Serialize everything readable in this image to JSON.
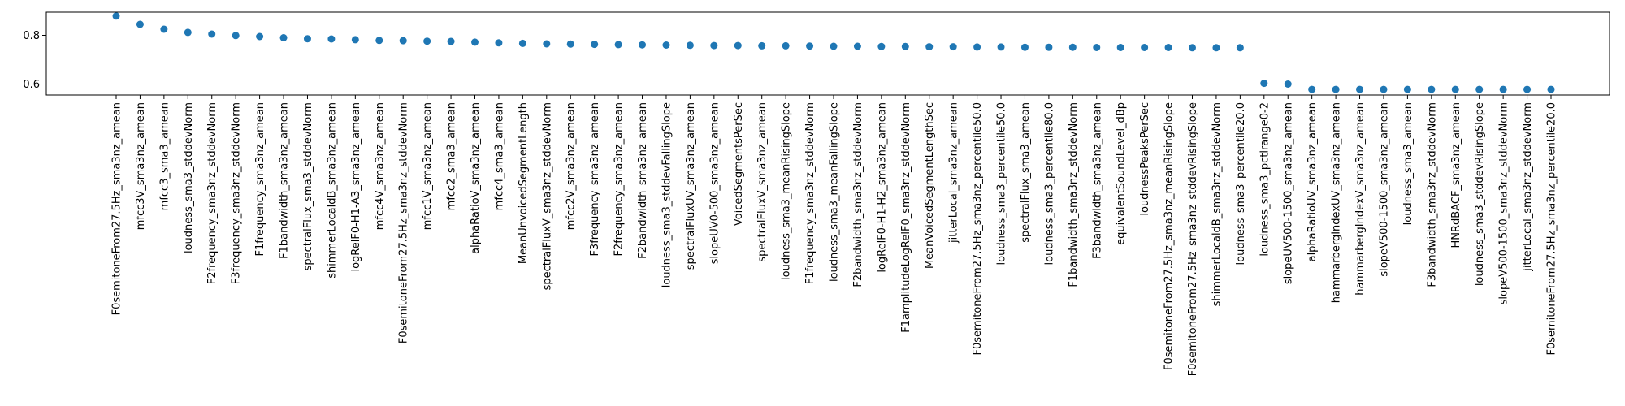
{
  "chart_data": {
    "type": "scatter",
    "title": "",
    "xlabel": "",
    "ylabel": "",
    "ylim": [
      0.555,
      0.895
    ],
    "yticks": [
      0.6,
      0.8
    ],
    "grid": false,
    "marker_color": "#1f77b4",
    "categories": [
      "F0semitoneFrom27.5Hz_sma3nz_amean",
      "mfcc3V_sma3nz_amean",
      "mfcc3_sma3_amean",
      "loudness_sma3_stddevNorm",
      "F2frequency_sma3nz_stddevNorm",
      "F3frequency_sma3nz_stddevNorm",
      "F1frequency_sma3nz_amean",
      "F1bandwidth_sma3nz_amean",
      "spectralFlux_sma3_stddevNorm",
      "shimmerLocaldB_sma3nz_amean",
      "logRelF0-H1-A3_sma3nz_amean",
      "mfcc4V_sma3nz_amean",
      "F0semitoneFrom27.5Hz_sma3nz_stddevNorm",
      "mfcc1V_sma3nz_amean",
      "mfcc2_sma3_amean",
      "alphaRatioV_sma3nz_amean",
      "mfcc4_sma3_amean",
      "MeanUnvoicedSegmentLength",
      "spectralFluxV_sma3nz_stddevNorm",
      "mfcc2V_sma3nz_amean",
      "F3frequency_sma3nz_amean",
      "F2frequency_sma3nz_amean",
      "F2bandwidth_sma3nz_amean",
      "loudness_sma3_stddevFallingSlope",
      "spectralFluxUV_sma3nz_amean",
      "slopeUV0-500_sma3nz_amean",
      "VoicedSegmentsPerSec",
      "spectralFluxV_sma3nz_amean",
      "loudness_sma3_meanRisingSlope",
      "F1frequency_sma3nz_stddevNorm",
      "loudness_sma3_meanFallingSlope",
      "F2bandwidth_sma3nz_stddevNorm",
      "logRelF0-H1-H2_sma3nz_amean",
      "F1amplitudeLogRelF0_sma3nz_stddevNorm",
      "MeanVoicedSegmentLengthSec",
      "jitterLocal_sma3nz_amean",
      "F0semitoneFrom27.5Hz_sma3nz_percentile50.0",
      "loudness_sma3_percentile50.0",
      "spectralFlux_sma3_amean",
      "loudness_sma3_percentile80.0",
      "F1bandwidth_sma3nz_stddevNorm",
      "F3bandwidth_sma3nz_amean",
      "equivalentSoundLevel_dBp",
      "loudnessPeaksPerSec",
      "F0semitoneFrom27.5Hz_sma3nz_meanRisingSlope",
      "F0semitoneFrom27.5Hz_sma3nz_stddevRisingSlope",
      "shimmerLocaldB_sma3nz_stddevNorm",
      "loudness_sma3_percentile20.0",
      "loudness_sma3_pctlrange0-2",
      "slopeUV500-1500_sma3nz_amean",
      "alphaRatioUV_sma3nz_amean",
      "hammarbergIndexUV_sma3nz_amean",
      "hammarbergIndexV_sma3nz_amean",
      "slopeV500-1500_sma3nz_amean",
      "loudness_sma3_amean",
      "F3bandwidth_sma3nz_stddevNorm",
      "HNRdBACF_sma3nz_amean",
      "loudness_sma3_stddevRisingSlope",
      "slopeV500-1500_sma3nz_stddevNorm",
      "jitterLocal_sma3nz_stddevNorm",
      "F0semitoneFrom27.5Hz_sma3nz_percentile20.0"
    ],
    "values": [
      0.879,
      0.845,
      0.825,
      0.812,
      0.805,
      0.799,
      0.795,
      0.79,
      0.786,
      0.785,
      0.782,
      0.779,
      0.778,
      0.776,
      0.775,
      0.772,
      0.769,
      0.767,
      0.765,
      0.764,
      0.763,
      0.762,
      0.761,
      0.76,
      0.759,
      0.758,
      0.758,
      0.757,
      0.757,
      0.756,
      0.755,
      0.755,
      0.754,
      0.754,
      0.753,
      0.753,
      0.752,
      0.752,
      0.751,
      0.751,
      0.751,
      0.75,
      0.75,
      0.75,
      0.75,
      0.749,
      0.749,
      0.749,
      0.603,
      0.6,
      0.578,
      0.578,
      0.578,
      0.578,
      0.578,
      0.578,
      0.578,
      0.578,
      0.578,
      0.578,
      0.578
    ]
  }
}
